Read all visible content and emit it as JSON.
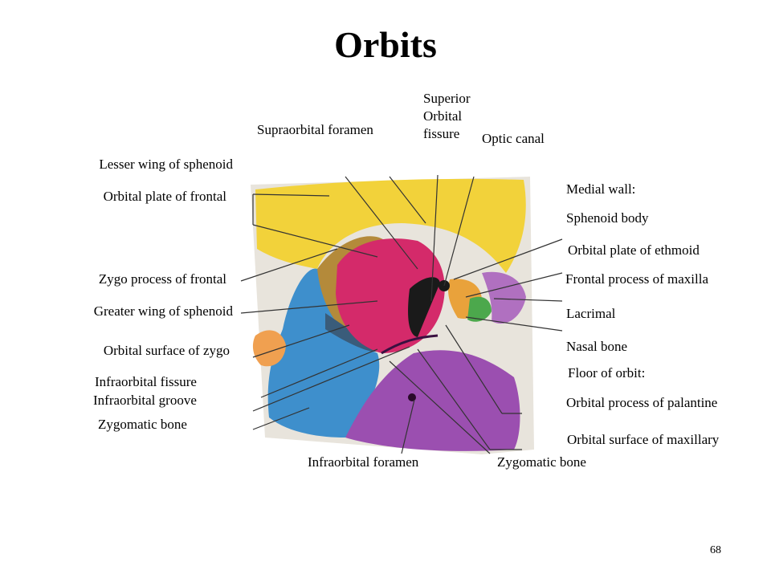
{
  "slide": {
    "title": "Orbits",
    "page_number": "68"
  },
  "labels": {
    "superior_orbital_fissure": "Superior Orbital fissure",
    "supraorbital_foramen": "Supraorbital foramen",
    "optic_canal": "Optic canal",
    "lesser_wing": "Lesser wing of sphenoid",
    "orbital_plate_frontal": "Orbital plate of frontal",
    "medial_wall": "Medial wall:",
    "sphenoid_body": "Sphenoid body",
    "orbital_plate_ethmoid": "Orbital plate of ethmoid",
    "zygo_process_frontal": "Zygo process of frontal",
    "frontal_process_maxilla": "Frontal process of maxilla",
    "greater_wing": "Greater wing of sphenoid",
    "lacrimal": "Lacrimal",
    "orbital_surface_zygo": "Orbital surface of zygo",
    "nasal_bone": "Nasal bone",
    "floor_of_orbit": "Floor of orbit:",
    "infraorbital_fissure": "Infraorbital fissure",
    "infraorbital_groove": "Infraorbital groove",
    "orbital_process_palantine": "Orbital process of palantine",
    "zygomatic_bone_left": "Zygomatic bone",
    "orbital_surface_maxillary": "Orbital surface of maxillary",
    "infraorbital_foramen": "Infraorbital foramen",
    "zygomatic_bone_bottom": "Zygomatic bone"
  },
  "colors": {
    "frontal_yellow": "#F2D23A",
    "sphenoid_magenta": "#D42A6A",
    "greater_wing_tan": "#B48A3A",
    "zygomatic_blue": "#3E8FCC",
    "maxilla_purple": "#9B4FB0",
    "ethmoid_orange": "#E9A23B",
    "lacrimal_green": "#4CA84C",
    "nasal_purple": "#B070C0",
    "leader_line": "#333333"
  }
}
